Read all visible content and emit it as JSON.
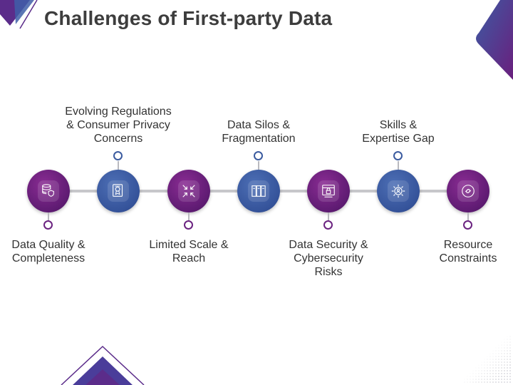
{
  "slide": {
    "title": "Challenges of First-party Data"
  },
  "colors": {
    "purple": "#6b2380",
    "blue": "#3b5b9f",
    "line": "#c7c7cb"
  },
  "items": [
    {
      "lines": [
        "Data Quality &",
        "Completeness"
      ],
      "icon": "database-shield-icon",
      "color": "purple",
      "position": "below"
    },
    {
      "lines": [
        "Evolving Regulations",
        "& Consumer Privacy",
        "Concerns"
      ],
      "icon": "certificate-icon",
      "color": "blue",
      "position": "above"
    },
    {
      "lines": [
        "Limited Scale &",
        "Reach"
      ],
      "icon": "compress-arrows-icon",
      "color": "purple",
      "position": "below"
    },
    {
      "lines": [
        "Data Silos &",
        "Fragmentation"
      ],
      "icon": "server-racks-icon",
      "color": "blue",
      "position": "above"
    },
    {
      "lines": [
        "Data Security &",
        "Cybersecurity",
        "Risks"
      ],
      "icon": "secure-document-icon",
      "color": "purple",
      "position": "below"
    },
    {
      "lines": [
        "Skills &",
        "Expertise Gap"
      ],
      "icon": "gear-people-icon",
      "color": "blue",
      "position": "above"
    },
    {
      "lines": [
        "Resource",
        "Constraints"
      ],
      "icon": "broken-link-icon",
      "color": "purple",
      "position": "below"
    }
  ]
}
